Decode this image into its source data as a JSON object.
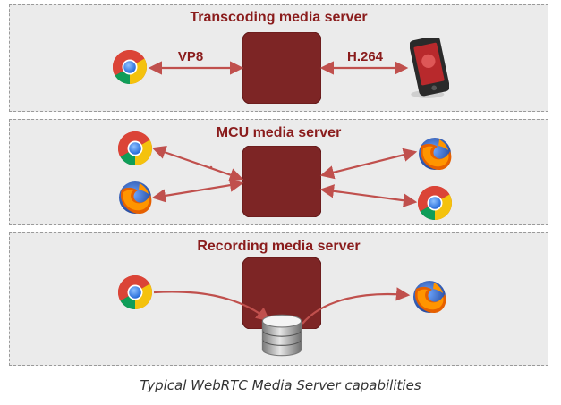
{
  "panels": {
    "transcoding": {
      "title": "Transcoding media server",
      "left_label": "VP8",
      "right_label": "H.264"
    },
    "mcu": {
      "title": "MCU media server"
    },
    "recording": {
      "title": "Recording media server"
    }
  },
  "caption": "Typical WebRTC Media Server capabilities",
  "icons": {
    "chrome": "chrome-browser-icon",
    "firefox": "firefox-browser-icon",
    "phone": "smartphone-icon",
    "database": "database-storage-icon",
    "server": "media-server-box"
  },
  "colors": {
    "server": "#7d2525",
    "arrow": "#c0504d",
    "title": "#8a1c1c",
    "panel_bg": "#ebebeb",
    "panel_border": "#9a9a9a"
  }
}
